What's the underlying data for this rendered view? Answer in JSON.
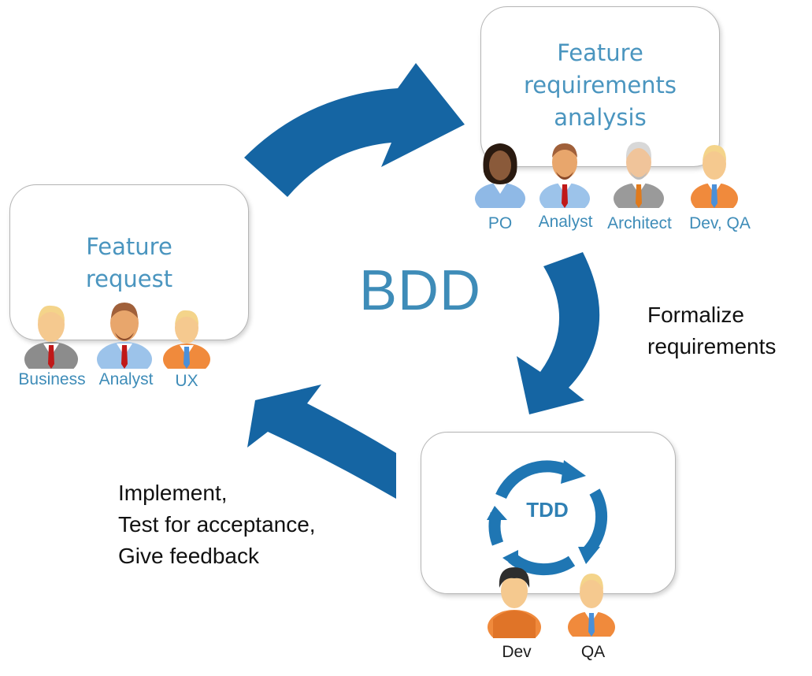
{
  "diagram": {
    "center_label": "BDD",
    "accent_color": "#1565a3",
    "text_color": "#3e8cb8",
    "boxes": {
      "feature_request": {
        "title": "Feature\nrequest",
        "roles": [
          "Business",
          "Analyst",
          "UX"
        ]
      },
      "requirements_analysis": {
        "title": "Feature\nrequirements\nanalysis",
        "roles": [
          "PO",
          "Analyst",
          "Architect",
          "Dev, QA"
        ]
      },
      "tdd": {
        "label": "TDD",
        "roles": [
          "Dev",
          "QA"
        ]
      }
    },
    "notes": {
      "formalize": "Formalize\nrequirements",
      "implement": "Implement,\nTest for acceptance,\nGive feedback"
    }
  }
}
